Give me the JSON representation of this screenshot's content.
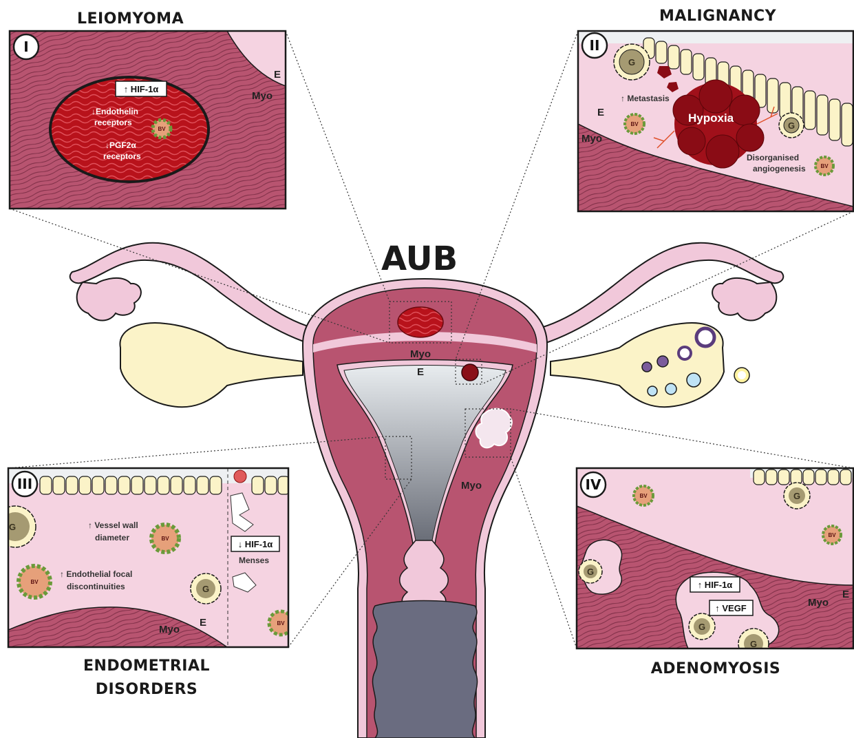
{
  "center_title": "AUB",
  "uterus_labels": {
    "myo_top": "Myo",
    "e_top": "E",
    "myo_side": "Myo"
  },
  "panels": {
    "leiomyoma": {
      "title": "LEIOMYOMA",
      "numeral": "I",
      "hif": "↑ HIF-1α",
      "endothelin_1": "↓Endothelin",
      "endothelin_2": "receptors",
      "pgf_1": "↓PGF2α",
      "pgf_2": "receptors",
      "bv": "BV",
      "e": "E",
      "myo": "Myo"
    },
    "malignancy": {
      "title": "MALIGNANCY",
      "numeral": "II",
      "metastasis": "↑ Metastasis",
      "hypoxia": "Hypoxia",
      "disorg_1": "Disorganised",
      "disorg_2": "angiogenesis",
      "g": "G",
      "bv": "BV",
      "e": "E",
      "myo": "Myo"
    },
    "endometrial": {
      "title_1": "ENDOMETRIAL",
      "title_2": "DISORDERS",
      "numeral": "III",
      "vessel_1": "↑ Vessel wall",
      "vessel_2": "diameter",
      "endo_1": "↑ Endothelial focal",
      "endo_2": "discontinuities",
      "hif": "↓ HIF-1α",
      "menses": "Menses",
      "g": "G",
      "bv": "BV",
      "e": "E",
      "myo": "Myo"
    },
    "adenomyosis": {
      "title": "ADENOMYOSIS",
      "numeral": "IV",
      "hif": "↑ HIF-1α",
      "vegf": "↑ VEGF",
      "g": "G",
      "bv": "BV",
      "e": "E",
      "myo": "Myo"
    }
  },
  "colors": {
    "myometrium": "#b85470",
    "endometrium": "#f5d3e1",
    "fibroid": "#b8121b",
    "gland": "#fbf3c8",
    "outline": "#1a1a1a"
  }
}
